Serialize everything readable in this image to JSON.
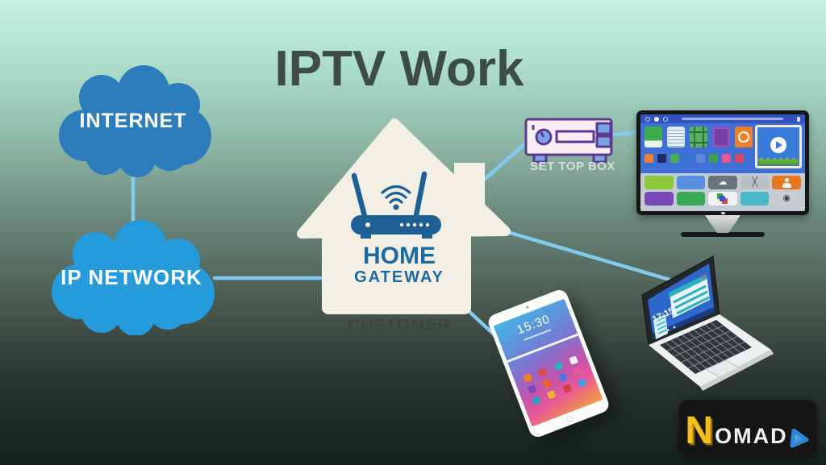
{
  "title": {
    "text": "IPTV Work",
    "color": "#3d4c45"
  },
  "connections": {
    "color": "#82cbee"
  },
  "clouds": {
    "internet": {
      "label": "INTERNET",
      "fill": "#2d7cbb",
      "label_color": "#ffffff"
    },
    "ip_network": {
      "label": "IP NETWORK",
      "fill": "#259bdb",
      "label_color": "#ffffff"
    }
  },
  "house": {
    "fill": "#f3efe4",
    "router_color": "#1d6096",
    "name_line1": "HOME",
    "name_line2": "GATEWAY",
    "name_color": "#1b6aa6",
    "caption": "CUSTOMER",
    "caption_color": "#3f443f"
  },
  "set_top_box": {
    "label": "SET TOP BOX",
    "label_color": "#d9ded9",
    "outline": "#5b3a92",
    "body_fill": "#f9eef5",
    "accent_fill": "#7aa4e4"
  },
  "tablet": {
    "time": "15:30"
  },
  "laptop": {
    "time": "17:15"
  },
  "logo": {
    "letter": "N",
    "rest": "OMAD",
    "letter_color": "#f1c01e",
    "rest_color": "#f2f2f2",
    "play_color": "#2e86d4",
    "bg": "#151515"
  }
}
